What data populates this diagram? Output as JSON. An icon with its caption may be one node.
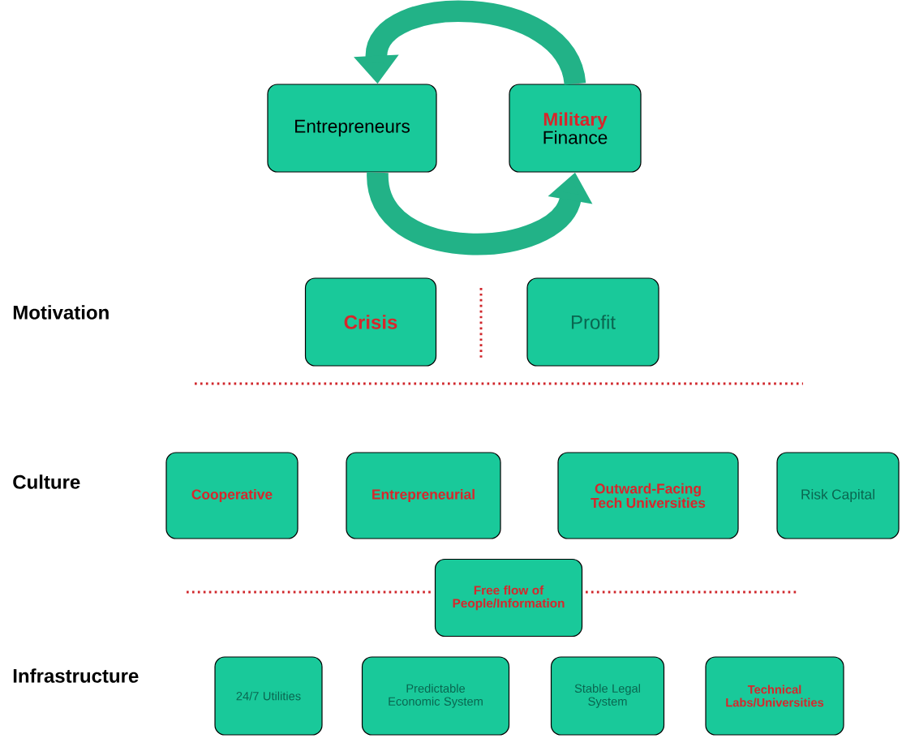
{
  "diagram": {
    "nodes": [
      {
        "text": [
          "Entrepreneurs"
        ]
      },
      {
        "text": [
          "Military",
          "Finance"
        ]
      },
      {
        "text": [
          "Crisis"
        ]
      },
      {
        "text": [
          "Profit"
        ]
      },
      {
        "text": [
          "Cooperative"
        ]
      },
      {
        "text": [
          "Entrepreneurial"
        ]
      },
      {
        "text": [
          "Outward-Facing Tech Universities"
        ]
      },
      {
        "text": [
          "Risk Capital"
        ]
      },
      {
        "text": [
          "Free flow of People/Information"
        ]
      },
      {
        "text": [
          "24/7 Utilities"
        ]
      },
      {
        "text": [
          "Predictable Economic System"
        ]
      },
      {
        "text": [
          "Stable Legal System"
        ]
      },
      {
        "text": [
          "Technical Labs/Universities"
        ]
      }
    ],
    "edges": [
      {
        "from": 1,
        "to": 0,
        "arrow": "to"
      },
      {
        "from": 0,
        "to": 1,
        "arrow": "to"
      }
    ],
    "labels": [
      "Motivation",
      "Culture",
      "Infrastructure"
    ]
  }
}
